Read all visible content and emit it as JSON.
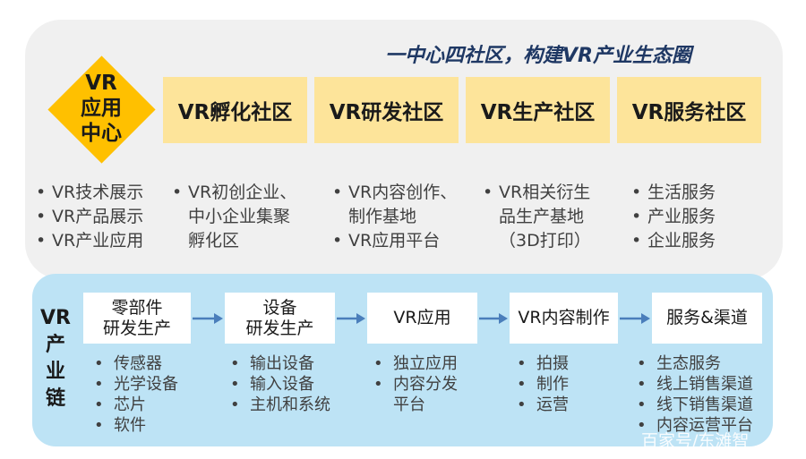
{
  "slogan": "一中心四社区，构建VR产业生态圈",
  "center": {
    "lines": [
      "VR",
      "应用",
      "中心"
    ],
    "bullets": [
      "VR技术展示",
      "VR产品展示",
      "VR产业应用"
    ]
  },
  "communities": [
    {
      "title": "VR孵化社区",
      "bullets": [
        [
          "VR初创企业、",
          "中小企业集聚",
          "孵化区"
        ]
      ]
    },
    {
      "title": "VR研发社区",
      "bullets": [
        [
          "VR内容创作、",
          "制作基地"
        ],
        [
          "VR应用平台"
        ]
      ]
    },
    {
      "title": "VR生产社区",
      "bullets": [
        [
          "VR相关衍生",
          "品生产基地",
          "（3D打印）"
        ]
      ]
    },
    {
      "title": "VR服务社区",
      "bullets": [
        [
          "生活服务"
        ],
        [
          "产业服务"
        ],
        [
          "企业服务"
        ]
      ]
    }
  ],
  "chain": {
    "label": [
      "VR",
      "产",
      "业",
      "链"
    ],
    "stages": [
      {
        "title": [
          "零部件",
          "研发生产"
        ],
        "items": [
          "传感器",
          "光学设备",
          "芯片",
          "软件"
        ]
      },
      {
        "title": [
          "设备",
          "研发生产"
        ],
        "items": [
          "输出设备",
          "输入设备",
          "主机和系统"
        ]
      },
      {
        "title": [
          "VR应用"
        ],
        "items": [
          "独立应用",
          "内容分发",
          "平台"
        ]
      },
      {
        "title": [
          "VR内容制作"
        ],
        "items": [
          "拍摄",
          "制作",
          "运营"
        ]
      },
      {
        "title": [
          "服务&渠道"
        ],
        "items": [
          "生态服务",
          "线上销售渠道",
          "线下销售渠道",
          "内容运营平台"
        ]
      }
    ]
  },
  "watermark": "百家号/东滩智",
  "colors": {
    "top_panel": "#f0f0f0",
    "diamond": "#ffc000",
    "community_box": "#fde49a",
    "chain_panel": "#bde3f5",
    "slogan": "#1f3864",
    "arrow": "#4a7ebb"
  }
}
